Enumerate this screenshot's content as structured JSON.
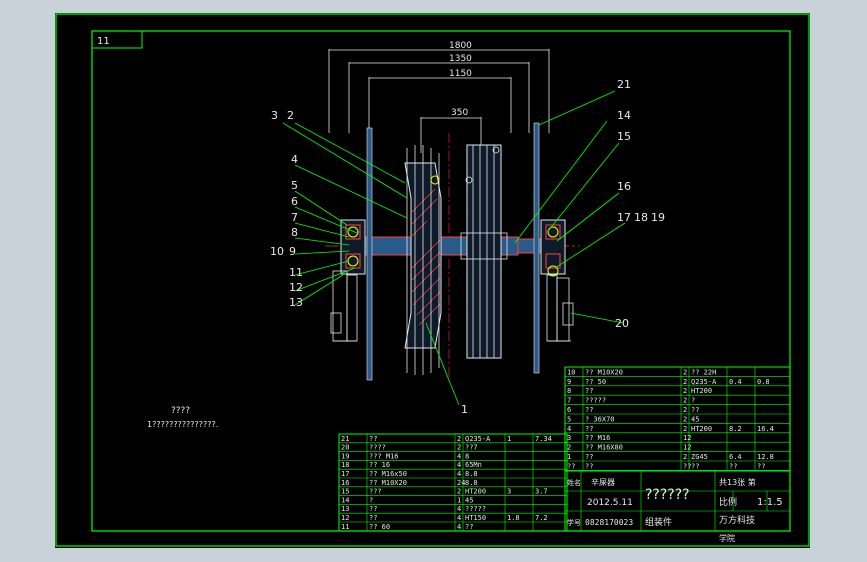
{
  "sheet_tag": "11",
  "dimensions": [
    "1800",
    "1350",
    "1150",
    "350"
  ],
  "callouts": [
    "3",
    "2",
    "4",
    "5",
    "6",
    "7",
    "8",
    "10",
    "9",
    "11",
    "12",
    "13",
    "21",
    "14",
    "15",
    "16",
    "17",
    "18",
    "19",
    "20",
    "1"
  ],
  "notes": {
    "title": "????",
    "text": "1???????????????."
  },
  "parts_left": [
    [
      "21",
      "??",
      "2",
      "Q235-A",
      "1",
      "7.34"
    ],
    [
      "20",
      "????",
      "2",
      "??7",
      "",
      ""
    ],
    [
      "19",
      "??? M16",
      "4",
      "8",
      "",
      ""
    ],
    [
      "18",
      "?? 16",
      "4",
      "65Mn",
      "",
      ""
    ],
    [
      "17",
      "?? M16x50",
      "4",
      "8.8",
      "",
      ""
    ],
    [
      "16",
      "?? M10X20",
      "24",
      "8.8",
      "",
      ""
    ],
    [
      "15",
      "???",
      "2",
      "HT200",
      "3",
      "3.7"
    ],
    [
      "14",
      "?",
      "1",
      "45",
      "",
      ""
    ],
    [
      "13",
      "??",
      "4",
      "?????",
      "",
      ""
    ],
    [
      "12",
      "??",
      "4",
      "HT150",
      "1.8",
      "7.2"
    ],
    [
      "11",
      "?? 60",
      "4",
      "??",
      "",
      ""
    ]
  ],
  "parts_right": [
    [
      "10",
      "?? M10X20",
      "2",
      "?? 22H",
      "",
      ""
    ],
    [
      "9",
      "?? 50",
      "2",
      "Q235-A",
      "0.4",
      "0.8"
    ],
    [
      "8",
      "??",
      "2",
      "HT200",
      "",
      ""
    ],
    [
      "7",
      "?????",
      "2",
      "?",
      "",
      ""
    ],
    [
      "6",
      "??",
      "2",
      "??",
      "",
      ""
    ],
    [
      "5",
      "? 36X70",
      "2",
      "45",
      "",
      ""
    ],
    [
      "4",
      "??",
      "2",
      "HT200",
      "8.2",
      "16.4"
    ],
    [
      "3",
      "?? M16",
      "12",
      "",
      "",
      ""
    ],
    [
      "2",
      "?? M16X80",
      "12",
      "",
      "",
      ""
    ],
    [
      "1",
      "??",
      "2",
      "ZG45",
      "6.4",
      "12.8"
    ],
    [
      "??",
      "??",
      "??",
      "??",
      "??",
      "??"
    ]
  ],
  "title_block": {
    "designer_label": "姓名",
    "designer_name": "辛屎器",
    "date": "2012.5.11",
    "student_label": "学号",
    "student_id": "0828170023",
    "drawing_name": "??????",
    "kind": "组装件",
    "sheets": "共13张 第",
    "scale_label": "比例",
    "scale": "1:1.5",
    "school": "万方科技",
    "college": "学院"
  },
  "colors": {
    "frame": "#00ff00",
    "geometry": "#e8e8e8",
    "centerline": "#ff3030",
    "shaft": "#ff4040",
    "shaft_fill": "#2a5a8a",
    "hatch": "#ff4040",
    "bolt": "#ffff00",
    "callout": "#00ff00"
  }
}
